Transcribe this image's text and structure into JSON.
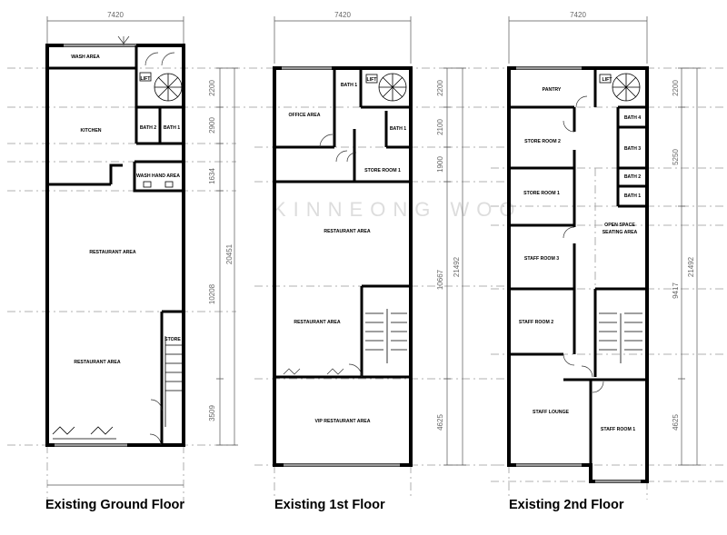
{
  "watermark": "KINNEONG WOO",
  "ground_floor": {
    "title": "Existing Ground Floor",
    "width_dim": "7420",
    "rooms": {
      "wash_area": "WASH AREA",
      "lift": "LIFT",
      "kitchen": "KITCHEN",
      "bath2": "BATH 2",
      "bath1": "BATH 1",
      "wash_hand_area": "WASH HAND AREA",
      "restaurant_area_1": "RESTAURANT AREA",
      "restaurant_area_2": "RESTAURANT AREA",
      "store": "STORE"
    },
    "dims": [
      "2200",
      "2900",
      "1634",
      "10208",
      "3509"
    ],
    "total_dim": "20451"
  },
  "first_floor": {
    "title": "Existing 1st Floor",
    "width_dim": "7420",
    "rooms": {
      "office_area": "OFFICE AREA",
      "bath1_top": "BATH 1",
      "lift": "LIFT",
      "bath1": "BATH 1",
      "store_room_1": "STORE ROOM 1",
      "restaurant_area_1": "RESTAURANT AREA",
      "restaurant_area_2": "RESTAURANT AREA",
      "vip_restaurant_area": "VIP RESTAURANT AREA"
    },
    "dims": [
      "2200",
      "2100",
      "1900",
      "10667",
      "4625"
    ],
    "total_dim": "21492"
  },
  "second_floor": {
    "title": "Existing 2nd Floor",
    "width_dim": "7420",
    "rooms": {
      "pantry": "PANTRY",
      "lift": "LIFT",
      "store_room_2": "STORE ROOM 2",
      "store_room_1": "STORE ROOM 1",
      "staff_room_3": "STAFF ROOM 3",
      "staff_room_2": "STAFF ROOM 2",
      "staff_lounge": "STAFF LOUNGE",
      "staff_room_1": "STAFF ROOM 1",
      "bath4": "BATH 4",
      "bath3": "BATH 3",
      "bath2": "BATH 2",
      "bath1": "BATH 1",
      "open_space_1": "OPEN SPACE",
      "open_space_2": "SEATING AREA"
    },
    "dims": [
      "2200",
      "5250",
      "9417",
      "4625"
    ],
    "total_dim": "21492"
  }
}
